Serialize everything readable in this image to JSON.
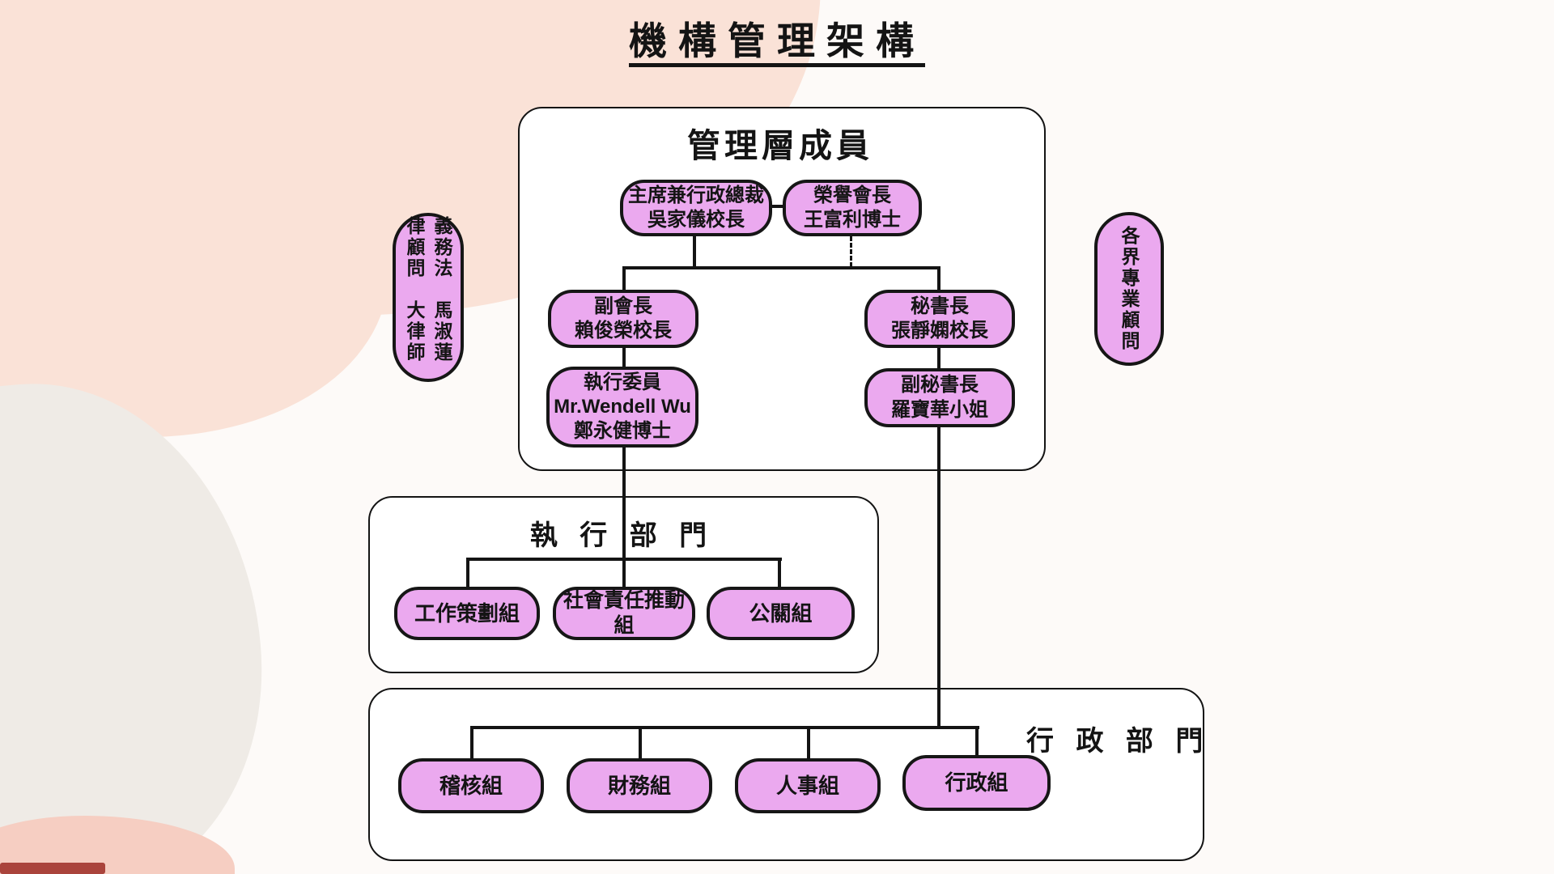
{
  "title": "機構管理架構",
  "management": {
    "title": "管理層成員",
    "chairman": {
      "line1": "主席兼行政總裁",
      "line2": "吳家儀校長"
    },
    "honorary": {
      "line1": "榮譽會長",
      "line2": "王富利博士"
    },
    "vice_chairman": {
      "line1": "副會長",
      "line2": "賴俊榮校長"
    },
    "secretary": {
      "line1": "秘書長",
      "line2": "張靜嫻校長"
    },
    "exec_committee": {
      "line1": "執行委員",
      "line2": "Mr.Wendell Wu",
      "line3": "鄭永健博士"
    },
    "deputy_secretary": {
      "line1": "副秘書長",
      "line2": "羅寶華小姐"
    }
  },
  "advisors": {
    "legal": {
      "line1": "義務法律顧問",
      "line2": "馬淑蓮大律師"
    },
    "professional": {
      "line1": "各界專業顧問"
    }
  },
  "executive_dept": {
    "title": "執 行 部 門",
    "units": [
      "工作策劃組",
      "社會責任推動組",
      "公關組"
    ]
  },
  "admin_dept": {
    "title": "行 政 部 門",
    "units": [
      "稽核組",
      "財務組",
      "人事組",
      "行政組"
    ]
  },
  "colors": {
    "node_fill": "#eba9ef",
    "node_border": "#161616",
    "connector": "#141414",
    "background_peach": "#fae2d7",
    "background_gray": "#efebe6",
    "panel_fill": "#ffffff"
  }
}
